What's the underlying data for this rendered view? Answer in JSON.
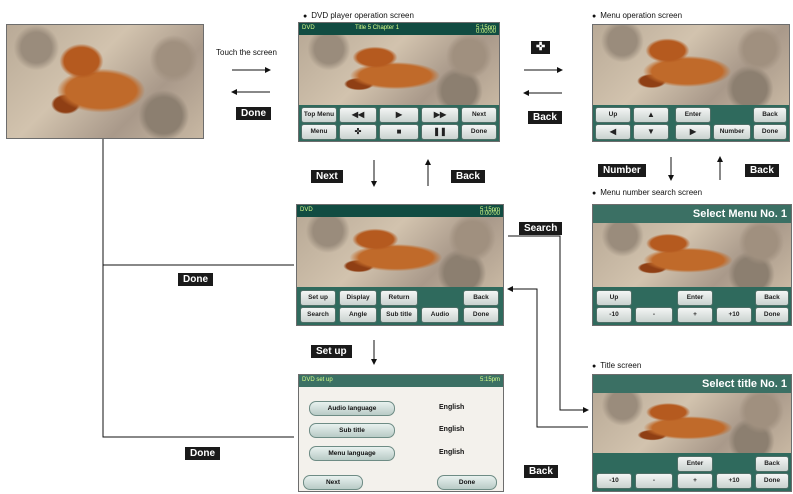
{
  "captions": {
    "dvd": "DVD player operation screen",
    "menu": "Menu operation screen",
    "menu_number": "Menu number search screen",
    "title_screen": "Title screen"
  },
  "labels": {
    "touch": "Touch the screen",
    "done1": "Done",
    "move_icon": "✜",
    "back1": "Back",
    "next": "Next",
    "back2": "Back",
    "number": "Number",
    "back3": "Back",
    "search": "Search",
    "done2": "Done",
    "setup": "Set up",
    "back4": "Back",
    "done3": "Done"
  },
  "dvd_screen": {
    "top_left": "DVD",
    "top_mid": "Title 5  Chapter 1",
    "top_right": "5:15pm",
    "time": "0:00:00",
    "buttons": [
      "Top Menu",
      "◀◀",
      "▶",
      "▶▶",
      "Next",
      "Menu",
      "✜",
      "■",
      "❚❚",
      "Done"
    ]
  },
  "menu_screen": {
    "buttons": [
      "Up",
      "▲",
      "Enter",
      "Back",
      "◀",
      "▼",
      "▶",
      "Number",
      "Done"
    ]
  },
  "second_screen": {
    "top_left": "DVD",
    "top_right": "5:15pm",
    "time": "0:00:00",
    "buttons": [
      "Set up",
      "Display",
      "Return",
      "Back",
      "Search",
      "Angle",
      "Sub title",
      "Audio",
      "Done"
    ]
  },
  "menu_number_screen": {
    "title": "Select Menu No. 1",
    "buttons": [
      "Up",
      "Enter",
      "Back",
      "-10",
      "-",
      "+",
      "+10",
      "Done"
    ]
  },
  "setup_screen": {
    "top_left": "DVD set up",
    "top_right": "5:15pm",
    "rows": [
      {
        "label": "Audio language",
        "value": "English"
      },
      {
        "label": "Sub title",
        "value": "English"
      },
      {
        "label": "Menu language",
        "value": "English"
      }
    ],
    "next": "Next",
    "done": "Done"
  },
  "title_screen": {
    "title": "Select title No. 1",
    "buttons": [
      "Enter",
      "Back",
      "-10",
      "-",
      "+",
      "+10",
      "Done"
    ]
  }
}
